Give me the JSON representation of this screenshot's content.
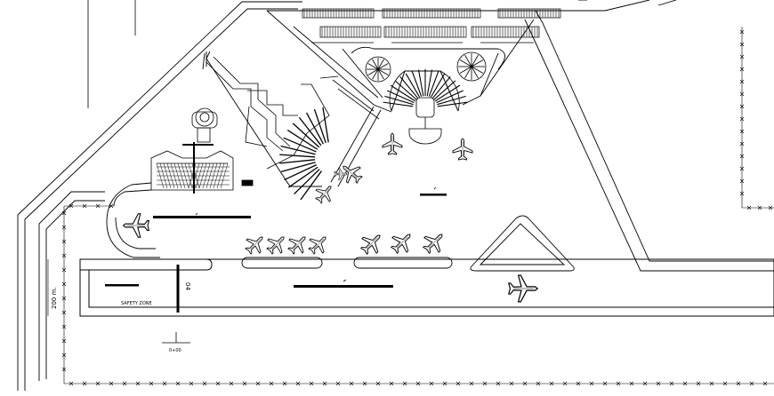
{
  "plan": {
    "dimension_label": "200 m.",
    "safety_zone_label": "SAFETY ZONE",
    "runway_number": "04",
    "chainage_label": "0+00"
  },
  "colors": {
    "line": "#000000",
    "background": "#ffffff"
  },
  "icons": [
    "airplane-icon",
    "fence-cross-marker",
    "north-arrow-icon"
  ]
}
